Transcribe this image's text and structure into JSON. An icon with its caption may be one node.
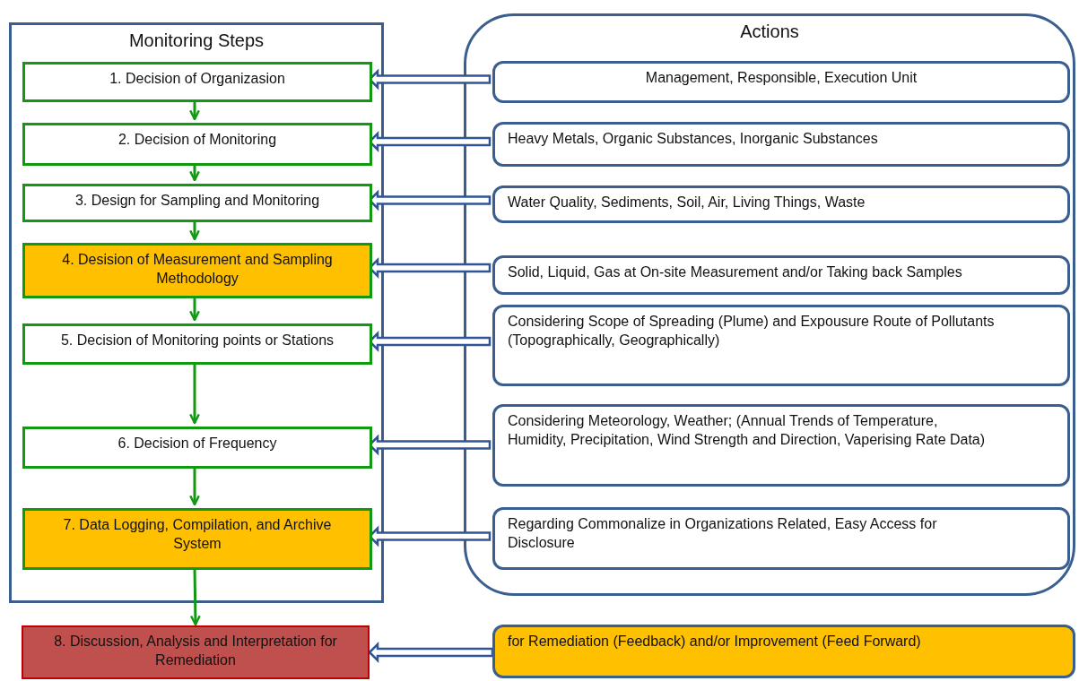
{
  "diagram": {
    "nodes": [
      {
        "text": [
          "Monitoring Steps"
        ]
      },
      {
        "text": [
          "1. Decision of Organizasion"
        ],
        "in": 0
      },
      {
        "text": [
          "2. Decision of Monitoring"
        ],
        "in": 0
      },
      {
        "text": [
          "3. Design for Sampling and Monitoring"
        ],
        "in": 0
      },
      {
        "text": [
          "4. Desision of Measurement and Sampling Methodology"
        ],
        "in": 0
      },
      {
        "text": [
          "5. Decision of Monitoring points or Stations"
        ],
        "in": 0
      },
      {
        "text": [
          "6. Decision of Frequency"
        ],
        "in": 0
      },
      {
        "text": [
          "7. Data Logging, Compilation, and Archive System"
        ],
        "in": 0
      },
      {
        "text": [
          "Actions"
        ]
      },
      {
        "text": [
          "Management, Responsible,  Execution Unit"
        ],
        "in": 8
      },
      {
        "text": [
          "Heavy Metals, Organic Substances, Inorganic Substances"
        ],
        "in": 8
      },
      {
        "text": [
          "Water Quality, Sediments, Soil, Air, Living Things, Waste"
        ],
        "in": 8
      },
      {
        "text": [
          "Solid, Liquid, Gas at On-site Measurement and/or Taking back Samples"
        ],
        "in": 8
      },
      {
        "text": [
          "Considering Scope of Spreading (Plume) and Expousure Route of Pollutants (Topographically, Geographically)"
        ],
        "in": 8
      },
      {
        "text": [
          "Considering Meteorology, Weather; (Annual Trends of Temperature, Humidity, Precipitation, Wind Strength and Direction, Vaperising Rate Data)"
        ],
        "in": 8
      },
      {
        "text": [
          "Regarding Commonalize in Organizations Related, Easy Access for Disclosure"
        ],
        "in": 8
      },
      {
        "text": [
          "8. Discussion, Analysis and Interpretation for Remediation"
        ]
      },
      {
        "text": [
          "for Remediation (Feedback) and/or Improvement (Feed Forward)"
        ]
      }
    ],
    "edges": [
      {
        "from": 1,
        "to": 2,
        "arrow": "to",
        "color": "#119911"
      },
      {
        "from": 2,
        "to": 3,
        "arrow": "to",
        "color": "#119911"
      },
      {
        "from": 3,
        "to": 4,
        "arrow": "to",
        "color": "#119911"
      },
      {
        "from": 4,
        "to": 5,
        "arrow": "to",
        "color": "#119911"
      },
      {
        "from": 5,
        "to": 6,
        "arrow": "to",
        "color": "#119911"
      },
      {
        "from": 6,
        "to": 7,
        "arrow": "to",
        "color": "#119911"
      },
      {
        "from": 7,
        "to": 16,
        "arrow": "to",
        "color": "#119911"
      },
      {
        "from": 9,
        "to": 1,
        "arrow": "to",
        "style": "thick"
      },
      {
        "from": 10,
        "to": 2,
        "arrow": "to",
        "style": "thick"
      },
      {
        "from": 11,
        "to": 3,
        "arrow": "to",
        "style": "thick"
      },
      {
        "from": 12,
        "to": 4,
        "arrow": "to",
        "style": "thick"
      },
      {
        "from": 13,
        "to": 5,
        "arrow": "to",
        "style": "thick"
      },
      {
        "from": 14,
        "to": 6,
        "arrow": "to",
        "style": "thick"
      },
      {
        "from": 15,
        "to": 7,
        "arrow": "to",
        "style": "thick"
      },
      {
        "from": 17,
        "to": 16,
        "arrow": "to",
        "style": "thick"
      }
    ]
  }
}
